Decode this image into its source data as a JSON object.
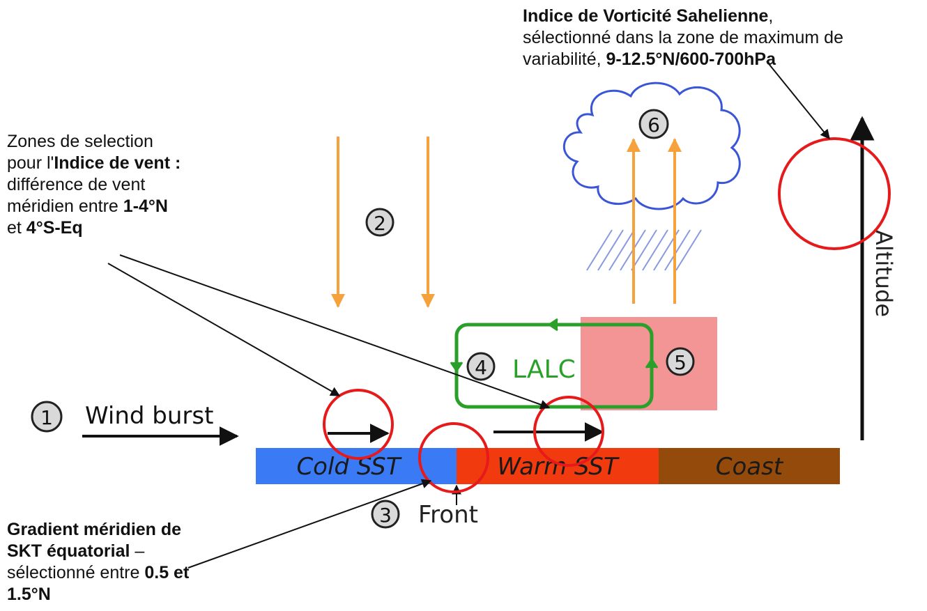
{
  "annotations": {
    "vorticity": {
      "title": "Indice de Vorticité Sahelienne",
      "title_suffix": ",",
      "line2": "sélectionné dans la zone de maximum de",
      "line3_prefix": "variabilité, ",
      "line3_bold": "9-12.5°N/600-700hPa"
    },
    "wind_index": {
      "line1": "Zones de selection",
      "line2_prefix": "pour l'",
      "line2_bold": "Indice de vent :",
      "line3": "différence de vent",
      "line4_prefix": "méridien entre ",
      "line4_bold": "1-4°N",
      "line5_prefix": "et ",
      "line5_bold": "4°S-Eq"
    },
    "gradient": {
      "line1": "Gradient méridien de",
      "line2_bold": "SKT équatorial",
      "line2_suffix": " –",
      "line3_prefix": "sélectionné entre ",
      "line3_bold": "0.5 et",
      "line4_bold": "1.5°N"
    }
  },
  "diagram": {
    "step_labels": {
      "s1": "1",
      "s2": "2",
      "s3": "3",
      "s4": "4",
      "s5": "5",
      "s6": "6"
    },
    "wind_burst_label": "Wind burst",
    "lalc_label": "LALC",
    "front_label": "Front",
    "altitude_label": "Altitude",
    "bands": {
      "cold": "Cold SST",
      "warm": "Warm SST",
      "coast": "Coast"
    }
  },
  "colors": {
    "cold_sst": "#3a7bf5",
    "warm_sst": "#f23a0f",
    "coast": "#944a0a",
    "warm_box": "#f28a8a",
    "lalc_green": "#2aa02a",
    "orange_arrows": "#f5a23c",
    "cloud_outline": "#3a56d6",
    "rain_hatch": "#8a9ae0",
    "highlight_circle": "#e61a1a",
    "step_badge_fill": "#d9d9d9"
  }
}
